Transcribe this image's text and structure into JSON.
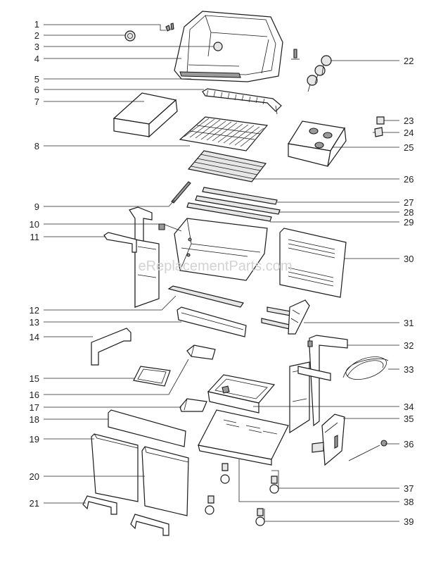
{
  "watermark": "eReplacementParts.com",
  "callouts": [
    "1",
    "2",
    "3",
    "4",
    "5",
    "6",
    "7",
    "8",
    "9",
    "10",
    "11",
    "12",
    "13",
    "14",
    "15",
    "16",
    "17",
    "18",
    "19",
    "20",
    "21",
    "22",
    "23",
    "24",
    "25",
    "26",
    "27",
    "28",
    "29",
    "30",
    "31",
    "32",
    "33",
    "34",
    "35",
    "36",
    "37",
    "38",
    "39"
  ]
}
